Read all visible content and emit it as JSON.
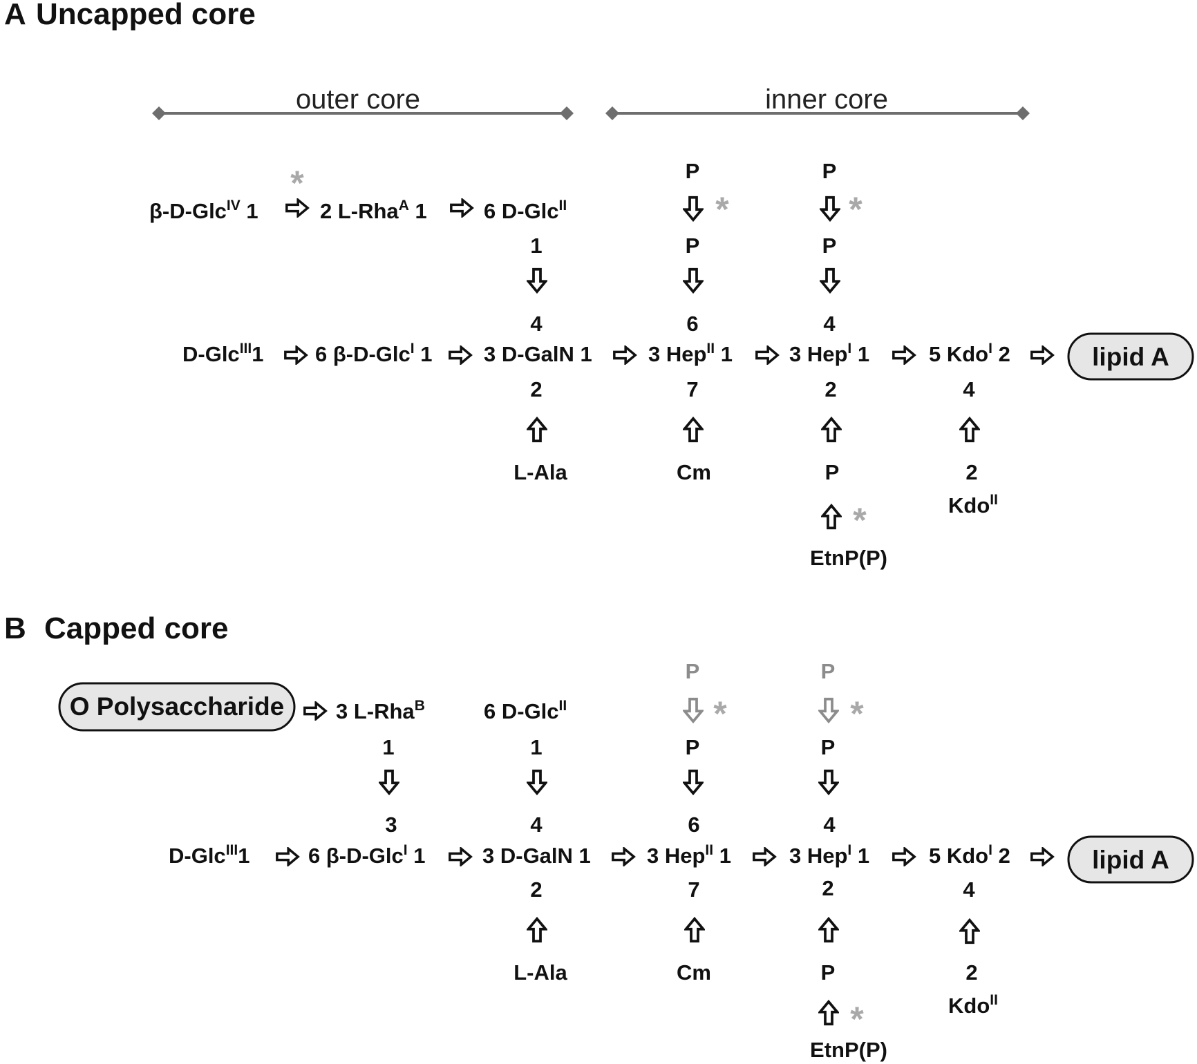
{
  "section_a": {
    "letter": "A",
    "title": "Uncapped core",
    "bracket_outer": "outer core",
    "bracket_inner": "inner core",
    "top_row": [
      "β-D-Glc",
      "IV",
      " 1",
      "2 L-Rha",
      "A",
      " 1",
      "6 D-Glc",
      "II"
    ],
    "side_labels": [
      "1",
      "4",
      "P",
      "P",
      "6",
      "P",
      "P",
      "4"
    ],
    "main_chain": [
      "D-Glc",
      "III",
      "1",
      "6 β-D-Glc",
      "I",
      " 1",
      "3 D-GalN 1",
      "3 Hep",
      "II",
      " 1",
      "3 Hep",
      "I",
      " 1",
      "5 Kdo",
      "I",
      " 2"
    ],
    "box": "lipid A",
    "substituents": [
      "2",
      "L-Ala",
      "7",
      "Cm",
      "2",
      "P",
      "EtnP(P)",
      "4",
      "2",
      "Kdo",
      "II"
    ]
  },
  "section_b": {
    "letter": "B",
    "title": "Capped core",
    "box_left": "O Polysaccharide",
    "top_row": [
      "3 L-Rha",
      "B",
      "6 D-Glc",
      "II"
    ],
    "side_labels": [
      "1",
      "3",
      "1",
      "4",
      "P",
      "P",
      "6",
      "P",
      "P",
      "4"
    ],
    "main_chain": [
      "D-Glc",
      "III",
      "1",
      "6 β-D-Glc",
      "I",
      " 1",
      "3 D-GalN 1",
      "3 Hep",
      "II",
      " 1",
      "3 Hep",
      "I",
      " 1",
      "5 Kdo",
      "I",
      " 2"
    ],
    "box": "lipid A",
    "substituents": [
      "2",
      "L-Ala",
      "7",
      "Cm",
      "2",
      "P",
      "EtnP(P)",
      "4",
      "2",
      "Kdo",
      "II"
    ]
  },
  "asterisk": "*",
  "colors": {
    "text": "#111111",
    "grey": "#8c8c8c",
    "asterisk": "#a9a9a9",
    "bracket": "#6e6e6e",
    "box_fill": "#e6e6e6"
  }
}
